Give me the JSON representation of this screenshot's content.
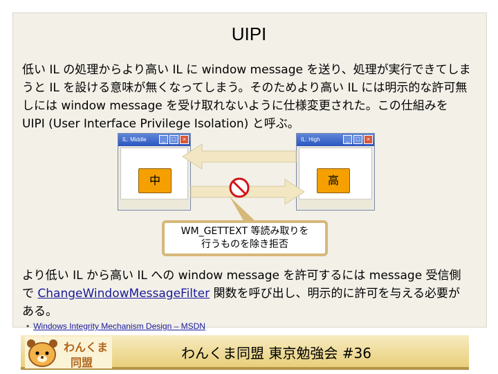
{
  "title": "UIPI",
  "paragraph1": "低い IL の処理からより高い IL に window message を送り、処理が実行できてしまうと IL を設ける意味が無くなってしまう。そのためより高い IL には明示的な許可無しには window message を受け取れないように仕様変更された。この仕組みを UIPI (User Interface Privilege Isolation) と呼ぶ。",
  "windows": {
    "middle": {
      "title": "IL: Middle",
      "badge": "中"
    },
    "high": {
      "title": "IL: High",
      "badge": "高"
    }
  },
  "callout": {
    "line1": "WM_GETTEXT 等読み取りを",
    "line2": "行うものを除き拒否"
  },
  "paragraph2": {
    "before": "より低い IL から高い IL への window message を許可するには message 受信側で ",
    "link": "ChangeWindowMessageFilter",
    "after": " 関数を呼び出し、明示的に許可を与える必要がある。"
  },
  "reference_link": "Windows Integrity Mechanism Design – MSDN",
  "logo": {
    "line1": "わんくま",
    "line2": "同盟"
  },
  "footer": "わんくま同盟 東京勉強会 #36",
  "colors": {
    "badge": "#f5a000",
    "arrow": "#f2e7c2",
    "callout_border": "#d6b87a",
    "footer": "#e8cf7a",
    "link": "#1a1a9a"
  },
  "icons": [
    "forbidden-icon",
    "bear-logo-icon"
  ]
}
